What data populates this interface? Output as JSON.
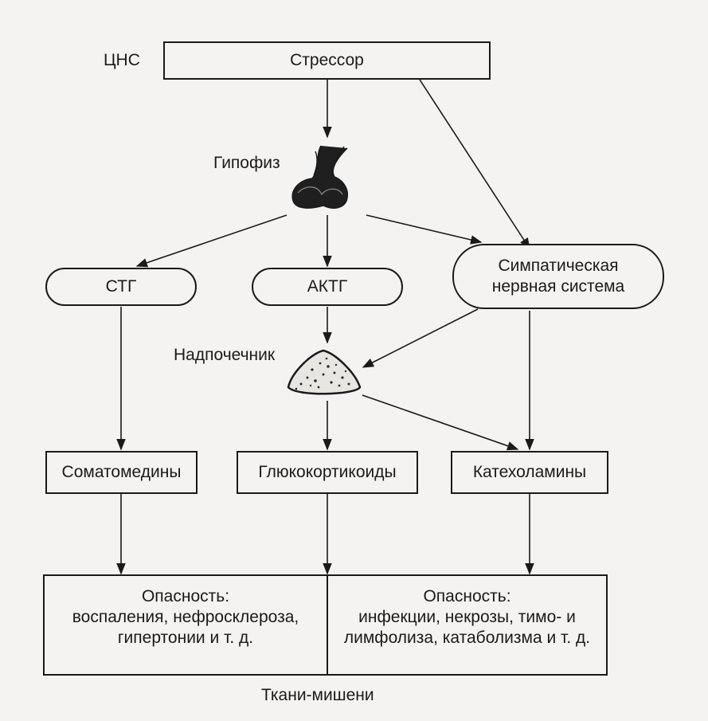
{
  "labels": {
    "cns": "ЦНС",
    "pituitary": "Гипофиз",
    "adrenal": "Надпочечник",
    "targets": "Ткани-мишени"
  },
  "nodes": {
    "stressor": "Стрессор",
    "stg": "СТГ",
    "actg": "АКТГ",
    "sympathetic": "Симпатическая\nнервная система",
    "somatomedins": "Соматомедины",
    "glucocorticoids": "Глюкокортикоиды",
    "catecholamines": "Катехоламины"
  },
  "dangers": {
    "left": "Опасность:\nвоспаления, нефросклероза,\nгипертонии и т. д.",
    "right": "Опасность:\nинфекции, некрозы, тимо- и\nлимфолиза, катаболизма и т. д."
  }
}
